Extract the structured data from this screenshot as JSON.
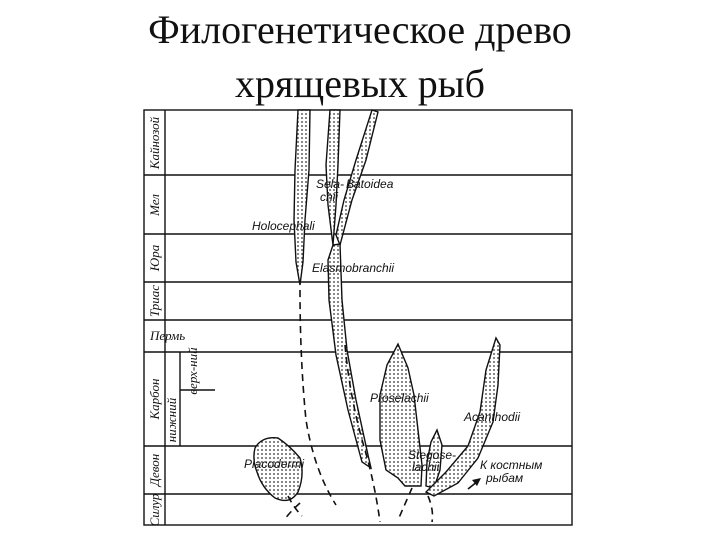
{
  "title": {
    "line1": "Филогенетическое древо",
    "line2": "хрящевых рыб"
  },
  "eras": [
    {
      "label": "Кайнозой"
    },
    {
      "label": "Мел"
    },
    {
      "label": "Юра"
    },
    {
      "label": "Триас"
    },
    {
      "label": "Пермь"
    },
    {
      "label": "Карбон"
    },
    {
      "label": "Девон"
    },
    {
      "label": "Силур"
    }
  ],
  "carbon_sub": {
    "upper": "верх-ний",
    "lower": "нижний"
  },
  "taxa": {
    "selachii_1": "Sela-",
    "selachii_2": "chii",
    "batoidea": "Batoidea",
    "holocephali": "Holocephali",
    "elasmobranchii": "Elasmobranchii",
    "proselachii": "Proselachii",
    "acanthodii": "Acanthodii",
    "stegoselachii_1": "Stegose-",
    "stegoselachii_2": "lachii",
    "placodermi": "Placodermi",
    "to_bony_1": "К костным",
    "to_bony_2": "рыбам"
  }
}
